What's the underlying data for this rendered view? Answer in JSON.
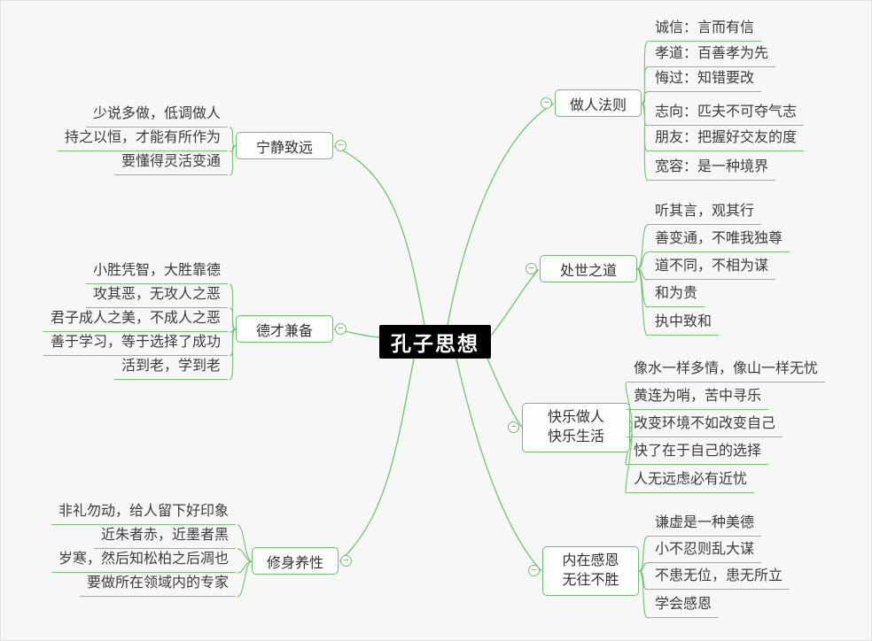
{
  "center": {
    "label": "孔子思想"
  },
  "branches": [
    {
      "label": "宁静致远",
      "children": [
        "少说多做，低调做人",
        "持之以恒，才能有所作为",
        "要懂得灵活变通"
      ]
    },
    {
      "label": "德才兼备",
      "children": [
        "小胜凭智，大胜靠德",
        "攻其恶，无攻人之恶",
        "君子成人之美，不成人之恶",
        "善于学习，等于选择了成功",
        "活到老，学到老"
      ]
    },
    {
      "label": "修身养性",
      "children": [
        "非礼勿动，给人留下好印象",
        "近朱者赤，近墨者黑",
        "岁寒，然后知松柏之后凋也",
        "要做所在领域内的专家"
      ]
    },
    {
      "label": "做人法则",
      "children": [
        "诚信：言而有信",
        "孝道：百善孝为先",
        "悔过：知错要改",
        "志向：匹夫不可夺气志",
        "朋友：把握好交友的度",
        "宽容：是一种境界"
      ]
    },
    {
      "label": "处世之道",
      "children": [
        "听其言，观其行",
        "善变通，不唯我独尊",
        "道不同，不相为谋",
        "和为贵",
        "执中致和"
      ]
    },
    {
      "label_line1": "快乐做人",
      "label_line2": "快乐生活",
      "children": [
        "像水一样多情，像山一样无忧",
        "黄连为哨，苦中寻乐",
        "改变环境不如改变自己",
        "快了在于自己的选择",
        "人无远虑必有近忧"
      ]
    },
    {
      "label_line1": "内在感恩",
      "label_line2": "无往不胜",
      "children": [
        "谦虚是一种美德",
        "小不忍则乱大谋",
        "不患无位，患无所立",
        "学会感恩"
      ]
    }
  ],
  "icons": {
    "collapse_glyph": "−"
  },
  "colors": {
    "background": "#f7f7f7",
    "line": "#7cc47c",
    "branch_border": "#74bd74",
    "branch_bg": "#fbfefb",
    "center_bg": "#000000",
    "center_text": "#ffffff",
    "text": "#333333"
  }
}
